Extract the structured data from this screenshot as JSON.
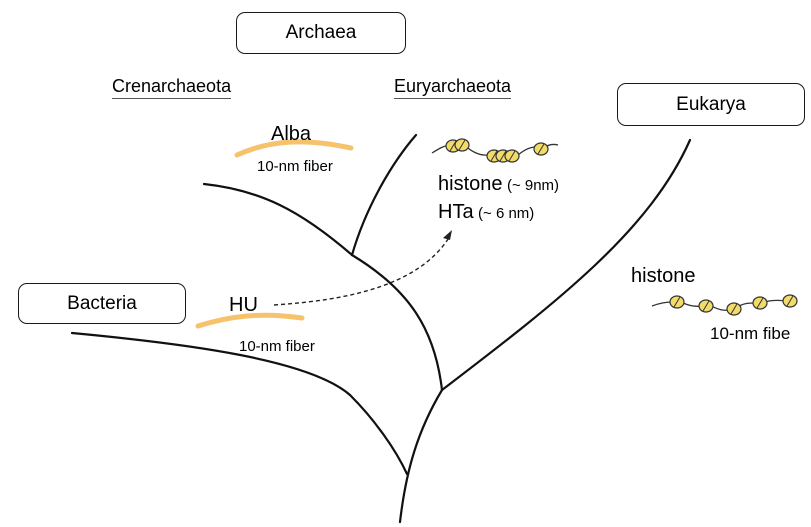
{
  "domains": {
    "archaea": "Archaea",
    "bacteria": "Bacteria",
    "eukarya": "Eukarya"
  },
  "phyla": {
    "crenarchaeota": "Crenarchaeota",
    "euryarchaeota": "Euryarchaeota"
  },
  "proteins": {
    "alba": "Alba",
    "hu": "HU",
    "eury_histone": "histone",
    "eury_histone_size": "(~ 9nm)",
    "hta": "HTa",
    "hta_size": "(~ 6 nm)",
    "euk_histone": "histone"
  },
  "fibers": {
    "alba_fiber": "10-nm fiber",
    "hu_fiber": "10-nm fiber",
    "euk_fiber": "10-nm fibe"
  },
  "colors": {
    "branch": "#111111",
    "fiber": "#f6c26b",
    "nucleosome_fill": "#f3db6a",
    "nucleosome_stroke": "#333333"
  },
  "icons": {
    "nucleosome": "nucleosome-icon",
    "arrow": "dashed-arrow-icon"
  }
}
